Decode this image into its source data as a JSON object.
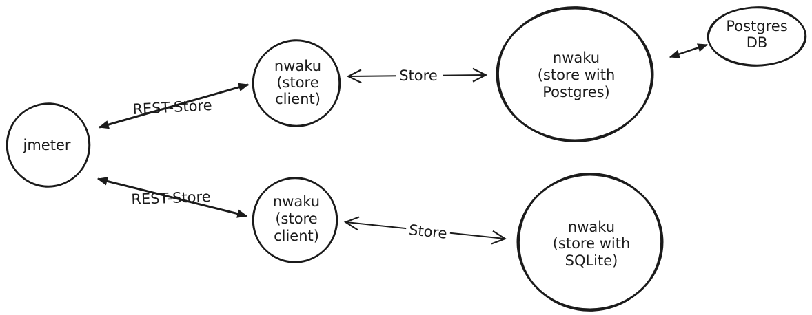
{
  "colors": {
    "ink": "#1b1b1b",
    "background": "#ffffff"
  },
  "nodes": {
    "jmeter": {
      "lines": [
        "jmeter"
      ]
    },
    "store_client_top": {
      "lines": [
        "nwaku",
        "(store",
        "client)"
      ]
    },
    "store_postgres": {
      "lines": [
        "nwaku",
        "(store with",
        "Postgres)"
      ]
    },
    "postgres_db": {
      "lines": [
        "Postgres",
        "DB"
      ]
    },
    "store_client_bottom": {
      "lines": [
        "nwaku",
        "(store",
        "client)"
      ]
    },
    "store_sqlite": {
      "lines": [
        "nwaku",
        "(store with",
        "SQLite)"
      ]
    }
  },
  "edges": {
    "rest_store_top": {
      "label": "REST-Store"
    },
    "store_top": {
      "label": "Store"
    },
    "db_link": {
      "label": ""
    },
    "rest_store_bottom": {
      "label": "REST-Store"
    },
    "store_bottom": {
      "label": "Store"
    }
  }
}
